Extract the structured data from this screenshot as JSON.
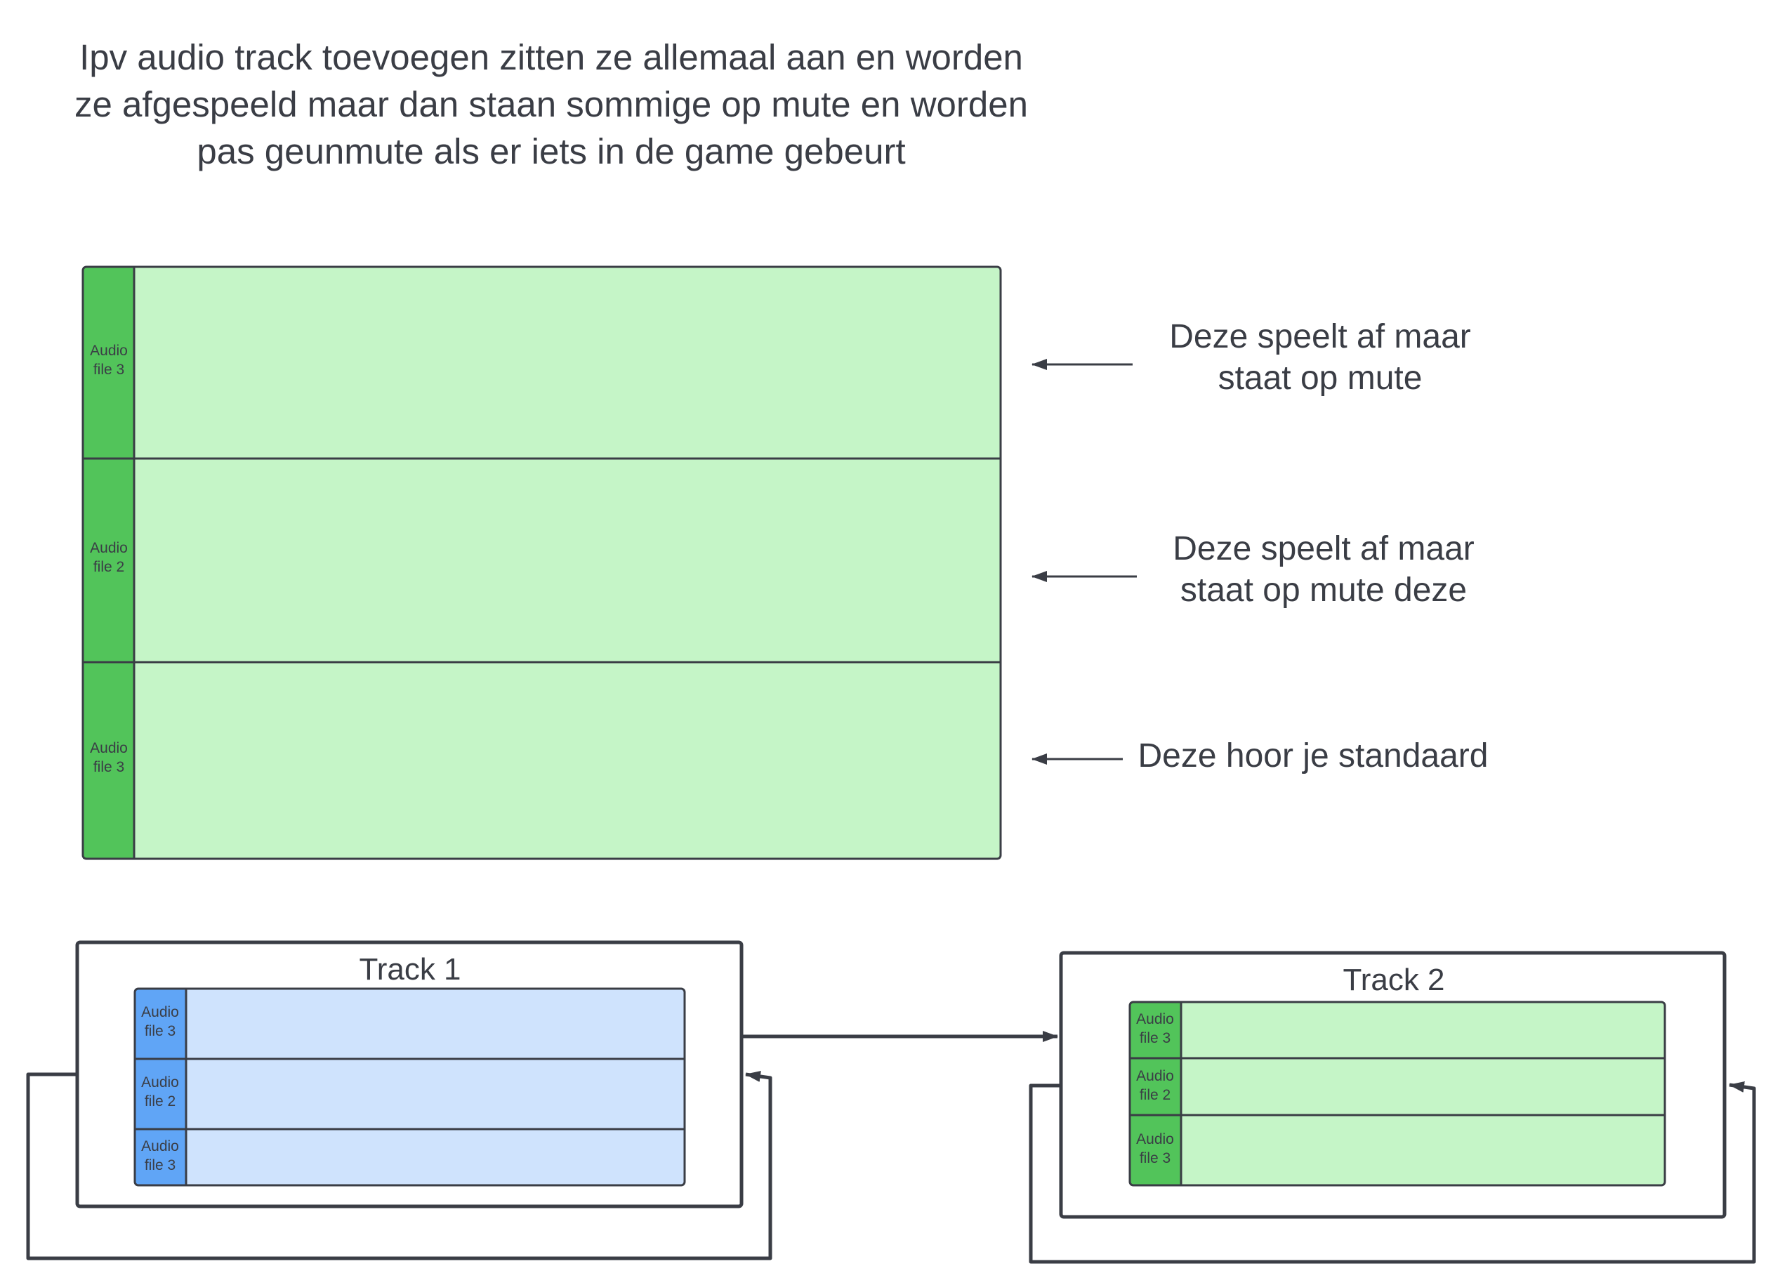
{
  "title": "Ipv audio track toevoegen zitten ze allemaal aan en worden ze afgespeeld maar dan staan sommige op mute en worden pas geunmute als er iets in de game gebeurt",
  "main_stack": {
    "rows": [
      {
        "label_line1": "Audio",
        "label_line2": "file 3"
      },
      {
        "label_line1": "Audio",
        "label_line2": "file 2"
      },
      {
        "label_line1": "Audio",
        "label_line2": "file 3"
      }
    ]
  },
  "annotations": [
    {
      "text": "Deze speelt af maar staat op mute"
    },
    {
      "text": "Deze speelt af maar staat op mute deze"
    },
    {
      "text": "Deze hoor je standaard"
    }
  ],
  "track1": {
    "title": "Track 1",
    "rows": [
      {
        "label_line1": "Audio",
        "label_line2": "file 3"
      },
      {
        "label_line1": "Audio",
        "label_line2": "file 2"
      },
      {
        "label_line1": "Audio",
        "label_line2": "file 3"
      }
    ]
  },
  "track2": {
    "title": "Track 2",
    "rows": [
      {
        "label_line1": "Audio",
        "label_line2": "file 3"
      },
      {
        "label_line1": "Audio",
        "label_line2": "file 2"
      },
      {
        "label_line1": "Audio",
        "label_line2": "file 3"
      }
    ]
  },
  "colors": {
    "green_dark": "#52c45a",
    "green_light": "#c5f5c7",
    "blue_dark": "#60a5f6",
    "blue_light": "#cfe3fd",
    "stroke": "#3a3d45"
  }
}
